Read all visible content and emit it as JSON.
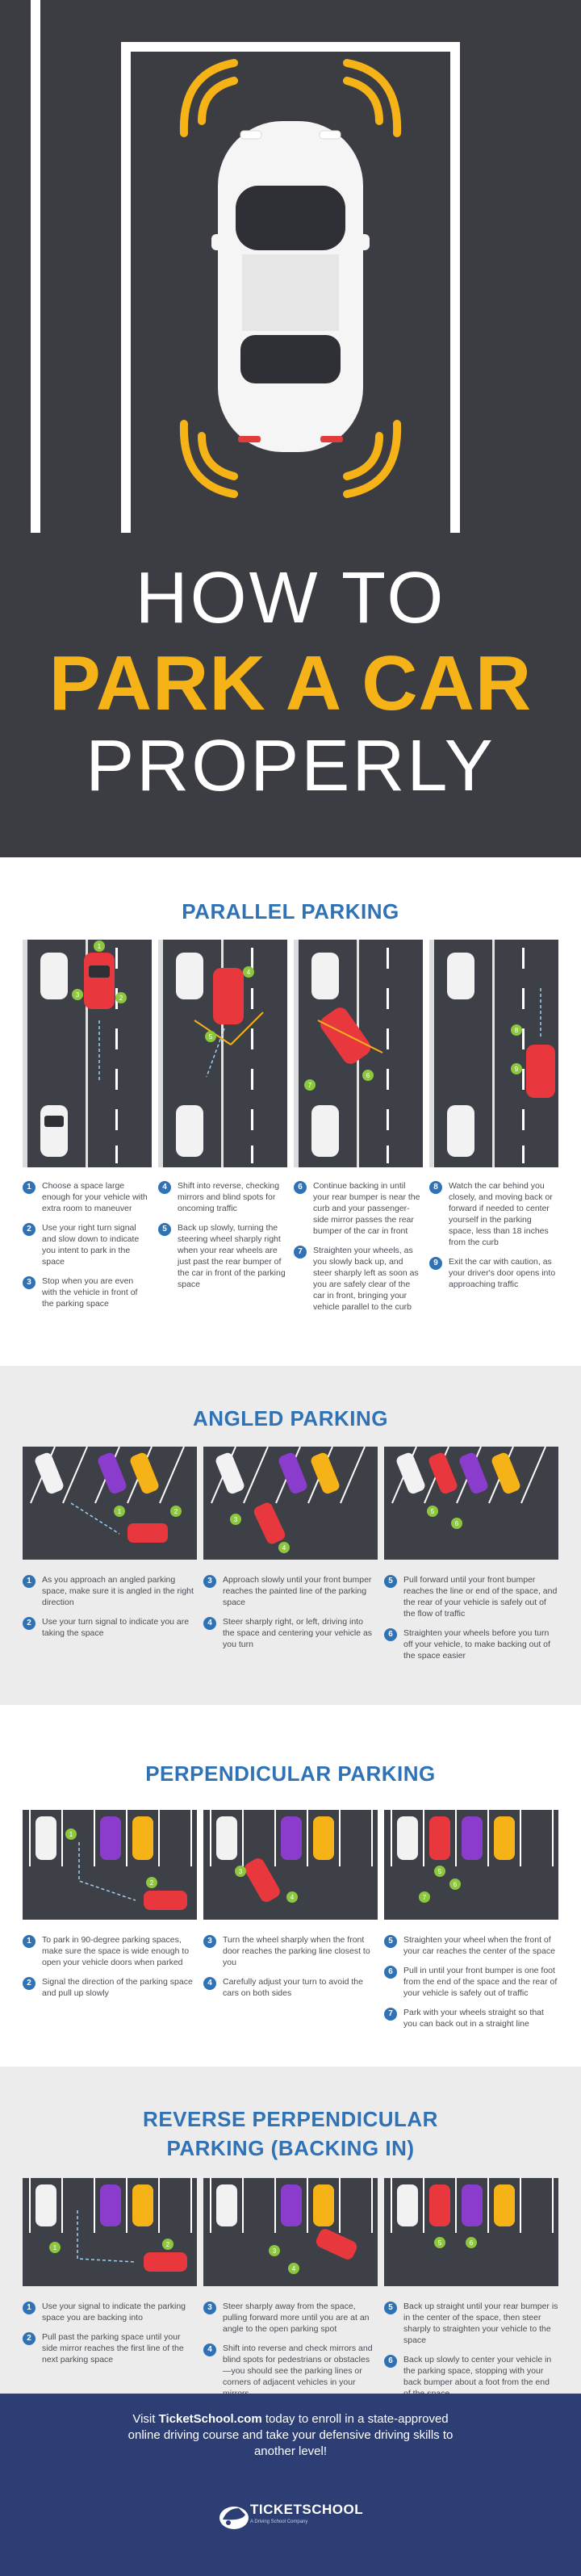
{
  "hero": {
    "line1": "HOW TO",
    "line2": "PARK A CAR",
    "line3": "PROPERLY",
    "colors": {
      "background": "#3b3d43",
      "accent": "#f6b318",
      "text": "#ffffff"
    }
  },
  "parallel": {
    "title": "PARALLEL PARKING",
    "steps": [
      {
        "n": "1",
        "text": "Choose a space large enough for your vehicle with extra room to maneuver"
      },
      {
        "n": "2",
        "text": "Use your right turn signal and slow down to indicate you intent to park in the space"
      },
      {
        "n": "3",
        "text": "Stop when you are even with the vehicle in front of the parking space"
      },
      {
        "n": "4",
        "text": "Shift into reverse, checking mirrors and blind spots for oncoming traffic"
      },
      {
        "n": "5",
        "text": "Back up slowly, turning the steering wheel sharply right when your rear wheels are just past the rear bumper of the car in front of the parking space"
      },
      {
        "n": "6",
        "text": "Continue backing in until your rear bumper is near the curb and your passenger-side mirror passes the rear bumper of the car in front"
      },
      {
        "n": "7",
        "text": "Straighten your wheels, as you slowly back up, and steer sharply left as soon as you are safely clear of the car in front, bringing your vehicle parallel to the curb"
      },
      {
        "n": "8",
        "text": "Watch the car behind you closely, and moving back or forward if needed to center yourself in the parking space, less than 18 inches from the curb"
      },
      {
        "n": "9",
        "text": "Exit the car with caution, as your driver's door opens into approaching traffic"
      }
    ]
  },
  "angled": {
    "title": "ANGLED PARKING",
    "steps": [
      {
        "n": "1",
        "text": "As you approach an angled parking space, make sure it is angled in the right direction"
      },
      {
        "n": "2",
        "text": "Use your turn signal to indicate you are taking the space"
      },
      {
        "n": "3",
        "text": "Approach slowly until your front bumper reaches the painted line of the parking space"
      },
      {
        "n": "4",
        "text": "Steer sharply right, or left, driving into the space and centering your vehicle as you turn"
      },
      {
        "n": "5",
        "text": "Pull forward until your front bumper reaches the line or end of the space, and the rear of your vehicle is safely out of the flow of traffic"
      },
      {
        "n": "6",
        "text": "Straighten your wheels before you turn off your vehicle, to make backing out of the space easier"
      }
    ]
  },
  "perpendicular": {
    "title": "PERPENDICULAR PARKING",
    "steps": [
      {
        "n": "1",
        "text": "To park in 90-degree parking spaces, make sure the space is wide enough to open your vehicle doors when parked"
      },
      {
        "n": "2",
        "text": "Signal the direction of the parking space and pull up slowly"
      },
      {
        "n": "3",
        "text": "Turn the wheel sharply when the front door reaches the parking line closest to you"
      },
      {
        "n": "4",
        "text": "Carefully adjust your turn to avoid the cars on both sides"
      },
      {
        "n": "5",
        "text": "Straighten your wheel when the front of your car reaches the center of the space"
      },
      {
        "n": "6",
        "text": "Pull in until your front bumper is one foot from the end of the space and the rear of your vehicle is safely out of traffic"
      },
      {
        "n": "7",
        "text": "Park with your wheels straight so that you can back out in a straight line"
      }
    ]
  },
  "reverse": {
    "title_line1": "REVERSE PERPENDICULAR",
    "title_line2": "PARKING (BACKING IN)",
    "steps": [
      {
        "n": "1",
        "text": "Use your signal to indicate the parking space you are backing into"
      },
      {
        "n": "2",
        "text": "Pull past the parking space until your side mirror reaches the first line of the next parking space"
      },
      {
        "n": "3",
        "text": "Steer sharply away from the space, pulling forward more until you are at an angle to the open parking spot"
      },
      {
        "n": "4",
        "text": "Shift into reverse and check mirrors and blind spots for pedestrians or obstacles—you should see the parking lines or corners of adjacent vehicles in your mirrors"
      },
      {
        "n": "5",
        "text": "Back up straight until your rear bumper is in the center of the space, then steer sharply to straighten your vehicle to the space"
      },
      {
        "n": "6",
        "text": "Back up slowly to center your vehicle in the parking space, stopping with your back bumper about a foot from the end of the space"
      }
    ]
  },
  "footer": {
    "text_pre": "Visit ",
    "text_link": "TicketSchool.com",
    "text_post": " today to enroll in a state-approved online driving course and take your defensive driving skills to another level!",
    "logo_text": "TICKETSCHOOL",
    "logo_sub": "A Driving School Company"
  }
}
